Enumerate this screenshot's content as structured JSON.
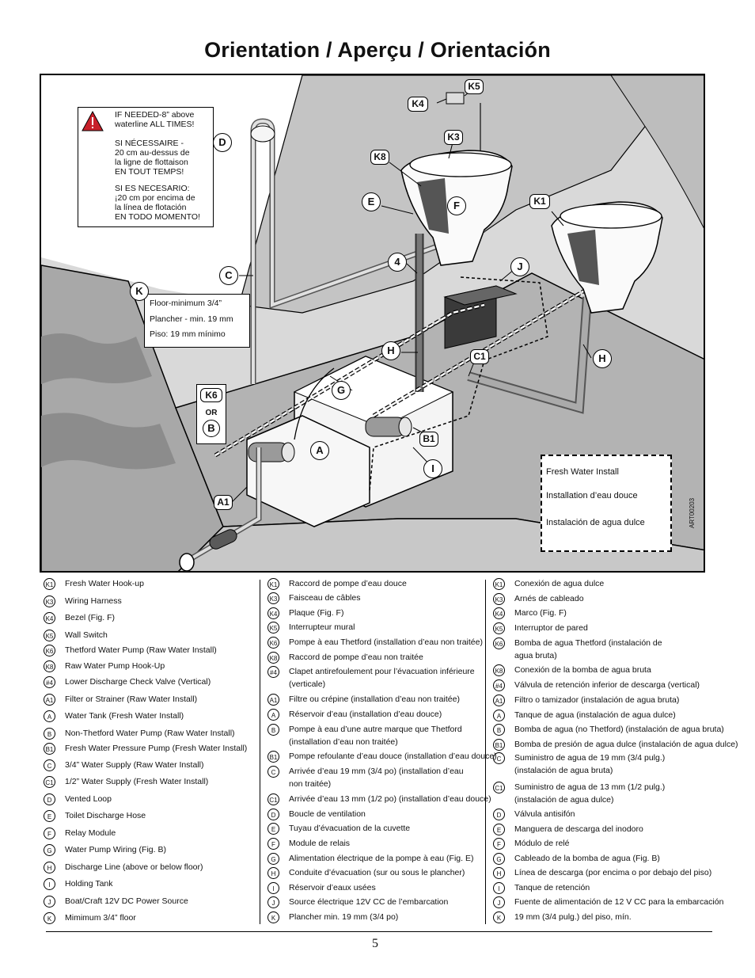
{
  "title": "Orientation / Aperçu / Orientación",
  "warning": {
    "en": [
      "IF NEEDED-8” above",
      "waterline ALL TIMES!"
    ],
    "fr": [
      "SI NÉCESSAIRE -",
      "20 cm au-dessus de",
      "la ligne de flottaison",
      "EN TOUT TEMPS!"
    ],
    "es": [
      "SI ES NECESARIO:",
      "¡20 cm por encima de",
      "la línea de flotación",
      "EN TODO MOMENTO!"
    ]
  },
  "floor_note": [
    "Floor-minimum 3/4”",
    "Plancher - min. 19 mm",
    "Piso: 19 mm mínimo"
  ],
  "fresh_box": [
    "Fresh Water Install",
    "Installation d’eau douce",
    "Instalación de agua dulce"
  ],
  "or_label": "OR",
  "art_code": "ART00203",
  "callouts": {
    "K5": "K5",
    "K4": "K4",
    "K3": "K3",
    "K8": "K8",
    "K1": "K1",
    "K6": "K6",
    "B": "B",
    "A1": "A1",
    "B1": "B1",
    "C1": "C1",
    "D": "D",
    "E": "E",
    "F": "F",
    "J": "J",
    "C": "C",
    "K": "K",
    "four": "4",
    "H": "H",
    "G": "G",
    "A": "A",
    "I": "I"
  },
  "legend": {
    "english": [
      {
        "code": "K1",
        "text": "Fresh Water Hook-up"
      },
      {
        "code": "K3",
        "text": "Wiring Harness"
      },
      {
        "code": "K4",
        "text": "Bezel (Fig. F)"
      },
      {
        "code": "K5",
        "text": "Wall Switch"
      },
      {
        "code": "K6",
        "text": "Thetford Water Pump (Raw Water Install)"
      },
      {
        "code": "K8",
        "text": "Raw Water Pump Hook-Up"
      },
      {
        "code": "#4",
        "text": "Lower Discharge Check Valve (Vertical)"
      },
      {
        "code": "A1",
        "text": "Filter or Strainer (Raw Water Install)"
      },
      {
        "code": "A",
        "text": "Water Tank (Fresh Water Install)"
      },
      {
        "code": "B",
        "text": "Non-Thetford Water Pump (Raw Water Install)"
      },
      {
        "code": "B1",
        "text": "Fresh Water Pressure Pump (Fresh Water Install)"
      },
      {
        "code": "C",
        "text": "3/4” Water Supply (Raw Water Install)"
      },
      {
        "code": "C1",
        "text": "1/2” Water Supply (Fresh Water Install)"
      },
      {
        "code": "D",
        "text": "Vented Loop"
      },
      {
        "code": "E",
        "text": "Toilet Discharge Hose"
      },
      {
        "code": "F",
        "text": "Relay Module"
      },
      {
        "code": "G",
        "text": "Water Pump Wiring (Fig. B)"
      },
      {
        "code": "H",
        "text": "Discharge Line (above or below floor)"
      },
      {
        "code": "I",
        "text": "Holding Tank"
      },
      {
        "code": "J",
        "text": "Boat/Craft 12V DC Power Source"
      },
      {
        "code": "K",
        "text": "Mimimum 3/4” floor"
      }
    ],
    "french": [
      {
        "code": "K1",
        "text": "Raccord de pompe d’eau douce"
      },
      {
        "code": "K3",
        "text": "Faisceau de câbles"
      },
      {
        "code": "K4",
        "text": "Plaque (Fig. F)"
      },
      {
        "code": "K5",
        "text": "Interrupteur mural"
      },
      {
        "code": "K6",
        "text": "Pompe à eau Thetford (installation d’eau non traitée)"
      },
      {
        "code": "K8",
        "text": "Raccord de pompe d’eau non traitée"
      },
      {
        "code": "#4",
        "text": "Clapet antirefoulement pour l’évacuation inférieure",
        "text2": "(verticale)"
      },
      {
        "code": "A1",
        "text": "Filtre ou crépine (installation d’eau non traitée)"
      },
      {
        "code": "A",
        "text": "Réservoir d’eau (installation d’eau douce)"
      },
      {
        "code": "B",
        "text": "Pompe à eau d’une autre marque que Thetford",
        "text2": "(installation d’eau non traitée)"
      },
      {
        "code": "B1",
        "text": "Pompe refoulante d’eau douce (installation d’eau douce)"
      },
      {
        "code": "C",
        "text": "Arrivée d’eau 19 mm (3/4 po) (installation d’eau",
        "text2": "non traitée)"
      },
      {
        "code": "C1",
        "text": "Arrivée d’eau 13 mm (1/2 po) (installation d’eau douce)"
      },
      {
        "code": "D",
        "text": "Boucle de ventilation"
      },
      {
        "code": "E",
        "text": "Tuyau d’évacuation de la cuvette"
      },
      {
        "code": "F",
        "text": "Module de relais"
      },
      {
        "code": "G",
        "text": "Alimentation électrique de la pompe à eau (Fig. E)"
      },
      {
        "code": "H",
        "text": "Conduite d’évacuation (sur ou sous le plancher)"
      },
      {
        "code": "I",
        "text": "Réservoir d’eaux usées"
      },
      {
        "code": "J",
        "text": "Source électrique 12V CC de l’embarcation"
      },
      {
        "code": "K",
        "text": "Plancher min. 19 mm (3/4 po)"
      }
    ],
    "spanish": [
      {
        "code": "K1",
        "text": "Conexión de agua dulce"
      },
      {
        "code": "K3",
        "text": "Arnés de cableado"
      },
      {
        "code": "K4",
        "text": "Marco (Fig. F)"
      },
      {
        "code": "K5",
        "text": "Interruptor de pared"
      },
      {
        "code": "K6",
        "text": "Bomba de agua Thetford (instalación de",
        "text2": "agua bruta)"
      },
      {
        "code": "K8",
        "text": "Conexión de la bomba de agua bruta"
      },
      {
        "code": "#4",
        "text": "Válvula de retención inferior de descarga (vertical)"
      },
      {
        "code": "A1",
        "text": "Filtro o tamizador (instalación de agua bruta)"
      },
      {
        "code": "A",
        "text": "Tanque de agua (instalación de agua dulce)"
      },
      {
        "code": "B",
        "text": "Bomba de agua (no Thetford) (instalación de agua bruta)"
      },
      {
        "code": "B1",
        "text": "Bomba de presión de agua dulce (instalación de agua dulce)"
      },
      {
        "code": "C",
        "text": "Suministro de agua de 19 mm (3/4 pulg.)",
        "text2": "(instalación de agua bruta)"
      },
      {
        "code": "C1",
        "text": "Suministro de agua de 13 mm (1/2 pulg.)",
        "text2": "(instalación de agua dulce)"
      },
      {
        "code": "D",
        "text": "Válvula antisifón"
      },
      {
        "code": "E",
        "text": "Manguera de descarga del inodoro"
      },
      {
        "code": "F",
        "text": "Módulo de relé"
      },
      {
        "code": "G",
        "text": "Cableado de la bomba de agua (Fig. B)"
      },
      {
        "code": "H",
        "text": "Línea de descarga (por encima o por debajo del piso)"
      },
      {
        "code": "I",
        "text": "Tanque de retención"
      },
      {
        "code": "J",
        "text": "Fuente de alimentación de 12 V CC para la embarcación"
      },
      {
        "code": "K",
        "text": "19 mm (3/4 pulg.) del piso, mín."
      }
    ]
  },
  "page_number": "5"
}
